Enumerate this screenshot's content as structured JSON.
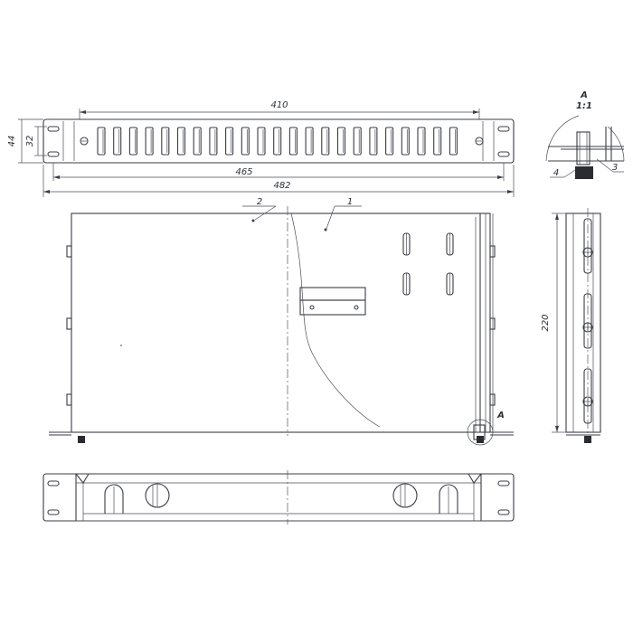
{
  "dimensions": {
    "slot_span": "410",
    "height_outer": "44",
    "height_inner": "32",
    "hole_span": "465",
    "overall_width": "482",
    "depth": "220"
  },
  "callouts": {
    "part_1": "1",
    "part_2": "2",
    "part_3": "3",
    "part_4": "4",
    "detail_mark": "A"
  },
  "detail": {
    "label": "A",
    "scale": "1:1"
  },
  "colors": {
    "line": "#3a3d45",
    "paper": "#ffffff"
  }
}
